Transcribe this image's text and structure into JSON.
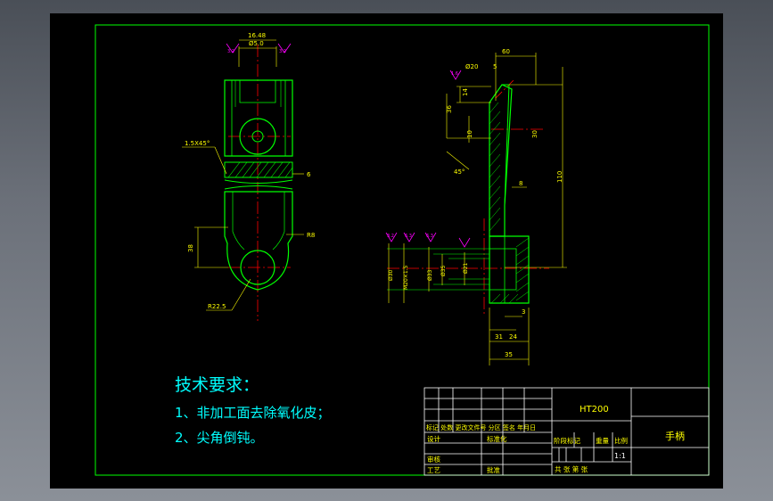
{
  "colors": {
    "background": "#000000",
    "border": "#00ff00",
    "outline": "#00ff00",
    "dimension": "#ffff00",
    "centerline": "#ff0000",
    "hatch": "#00ff00",
    "symbol": "#ff00ff",
    "notes": "#00ffff",
    "title_block_lines": "#ffffff",
    "title_block_text": "#ffff00"
  },
  "left_view": {
    "dim_top": "16.48",
    "dim_top2": "Ø5.0",
    "chamfer_label": "1.5X45°",
    "dim_slot": "6",
    "r_label": "R8",
    "dim_side": "38",
    "r_bottom": "R22.5",
    "roughness_1": "3.2",
    "roughness_2": "3.2"
  },
  "right_view": {
    "dim_top_60": "60",
    "dim_angle": "Ø20",
    "dim_5": "5",
    "dim_14": "14",
    "dim_36": "36",
    "dim_10": "10",
    "dim_30": "30",
    "dim_angle_45": "45°",
    "dim_8": "8",
    "dim_110": "110",
    "dim_d30": "Ø30",
    "dim_m": "M20×1.5",
    "dim_d33": "Ø33",
    "dim_d21": "Ø21",
    "dim_d35": "Ø35",
    "dim_3": "3",
    "dim_31": "31",
    "dim_24": "24",
    "dim_35": "35",
    "roughness_a": "1.6",
    "roughness_b": "3.2",
    "roughness_c": "6.3",
    "roughness_d": "6.3"
  },
  "notes": {
    "title": "技术要求：",
    "line1": "1、非加工面去除氧化皮；",
    "line2": "2、尖角倒钝。"
  },
  "title_block": {
    "material": "HT200",
    "part_name": "手柄",
    "row_labels": "标记 处数 更改文件号 分区 签名 年月日",
    "design": "设计",
    "standardize": "标准化",
    "stage_mark": "阶段标记",
    "weight": "重量",
    "scale_label": "比例",
    "scale_value": "1:1",
    "review": "审核",
    "process": "工艺",
    "approve": "批准",
    "sheets": "共  张  第  张"
  }
}
